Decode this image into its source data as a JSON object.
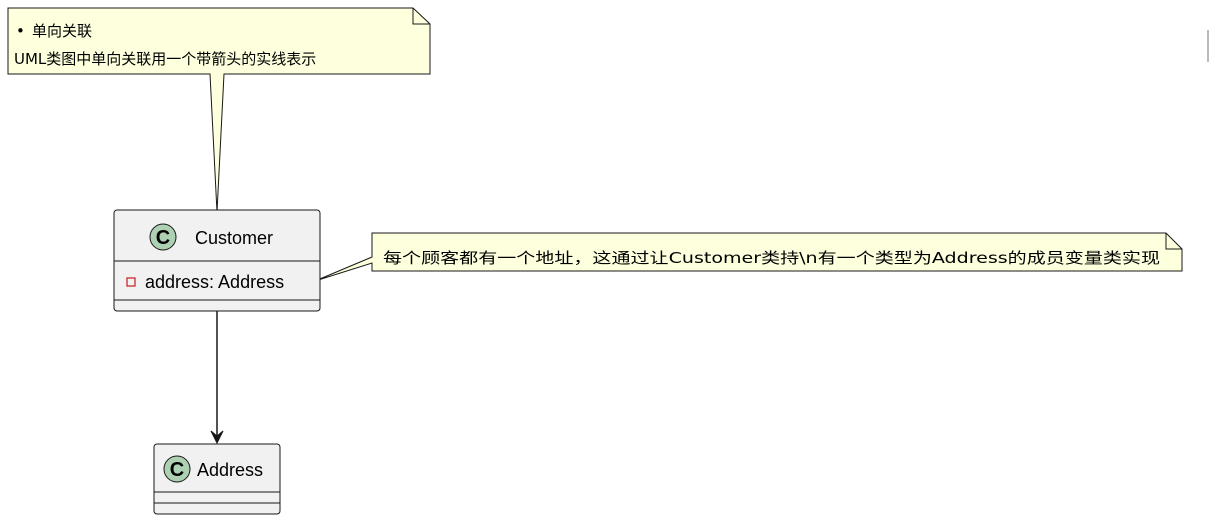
{
  "notes": {
    "top": {
      "bullet": "•",
      "line1": "单向关联",
      "line2": "UML类图中单向关联用一个带箭头的实线表示"
    },
    "right": {
      "text": "每个顾客都有一个地址，这通过让Customer类持\\n有一个类型为Address的成员变量类实现"
    }
  },
  "classes": {
    "customer": {
      "stereotype_letter": "C",
      "name": "Customer",
      "field_visibility": "private",
      "field": "address: Address"
    },
    "address": {
      "stereotype_letter": "C",
      "name": "Address"
    }
  },
  "colors": {
    "note_fill": "#FEFFDD",
    "note_border": "#181818",
    "class_fill": "#F1F1F1",
    "class_border": "#181818",
    "circle_fill": "#ADD1B2",
    "private_marker": "#C82930",
    "arrow": "#181818"
  }
}
